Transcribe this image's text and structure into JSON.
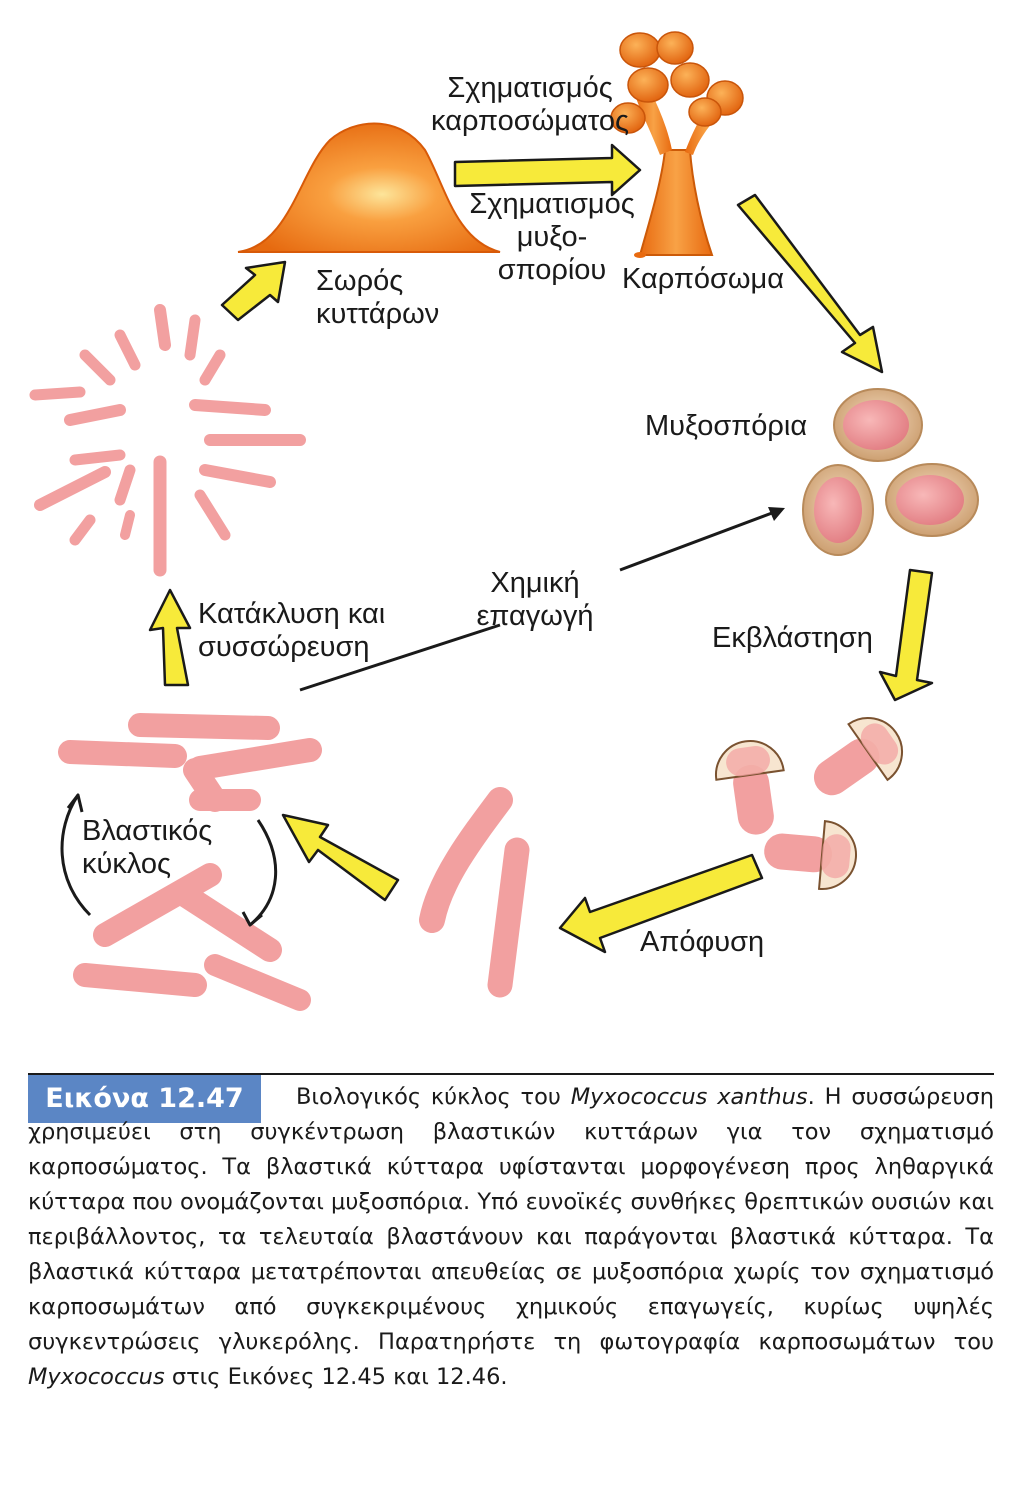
{
  "diagram": {
    "labels": {
      "fruiting_body_formation": "Σχηματισμός\nκαρποσώματος",
      "myxospore_formation": "Σχηματισμός\nμυξο-\nσπορίου",
      "cell_mound": "Σωρός\nκυττάρων",
      "fruiting_body": "Καρπόσωμα",
      "myxospores": "Μυξοσπόρια",
      "germination": "Εκβλάστηση",
      "emergence": "Απόφυση",
      "chemical_induction": "Χημική\nεπαγωγή",
      "flooding_aggregation": "Κατάκλυση και\nσυσσώρευση",
      "vegetative_cycle": "Βλαστικός\nκύκλος"
    },
    "colors": {
      "arrow_fill": "#f7ea3a",
      "arrow_outline": "#1a1a1a",
      "cell_pink": "#f2a0a0",
      "spore_coat": "#e3bf94",
      "fruiting_orange": "#f07d18"
    }
  },
  "caption": {
    "figure_label": "Εικόνα 12.47",
    "part1": "Βιολογικός κύκλος του ",
    "organism1": "Myxococcus xanthus",
    "part2": ". Η συσσώρευση χρησιμεύει στη συγκέντρωση βλαστικών κυττάρων για τον σχηματισμό καρποσώματος. Τα βλαστικά κύτταρα υφίστανται μορφογένεση προς ληθαργικά κύτταρα που ονομάζονται μυξοσπόρια. Υπό ευνοϊκές συνθήκες θρεπτικών ουσιών και περιβάλλοντος, τα τελευταία βλαστάνουν και παράγονται βλαστικά κύτταρα. Τα βλαστικά κύτταρα μετατρέπονται απευθείας σε μυξοσπόρια χωρίς τον σχηματισμό καρποσωμάτων από συγκεκριμένους χημικούς επαγωγείς, κυρίως υψηλές συγκεντρώσεις γλυκερόλης. Παρατηρήστε τη φωτογραφία καρποσωμάτων του ",
    "organism2": "Myxococcus",
    "part3": " στις Εικόνες 12.45 και 12.46."
  }
}
